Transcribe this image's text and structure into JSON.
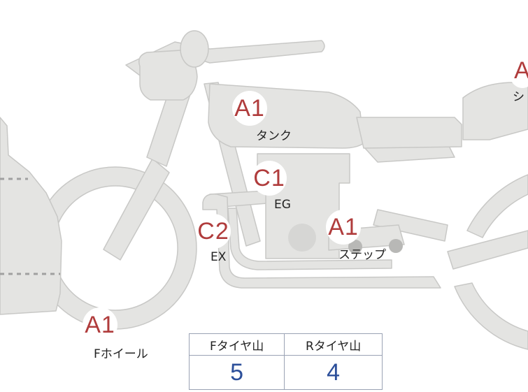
{
  "diagram": {
    "body_color": "#e4e4e2",
    "body_stroke": "#c8c8c6",
    "badge_color": "#b03c3c",
    "value_color": "#2c4f9a",
    "parts": [
      {
        "grade": "A1",
        "label": "タンク"
      },
      {
        "grade": "C1",
        "label": "EG"
      },
      {
        "grade": "A1",
        "label": "ステップ"
      },
      {
        "grade": "C2",
        "label": "EX"
      },
      {
        "grade": "A1",
        "label": "Fホイール"
      },
      {
        "grade": "A",
        "label": "シ"
      }
    ]
  },
  "tire_table": {
    "front_header": "Fタイヤ山",
    "rear_header": "Rタイヤ山",
    "front_value": "5",
    "rear_value": "4"
  }
}
